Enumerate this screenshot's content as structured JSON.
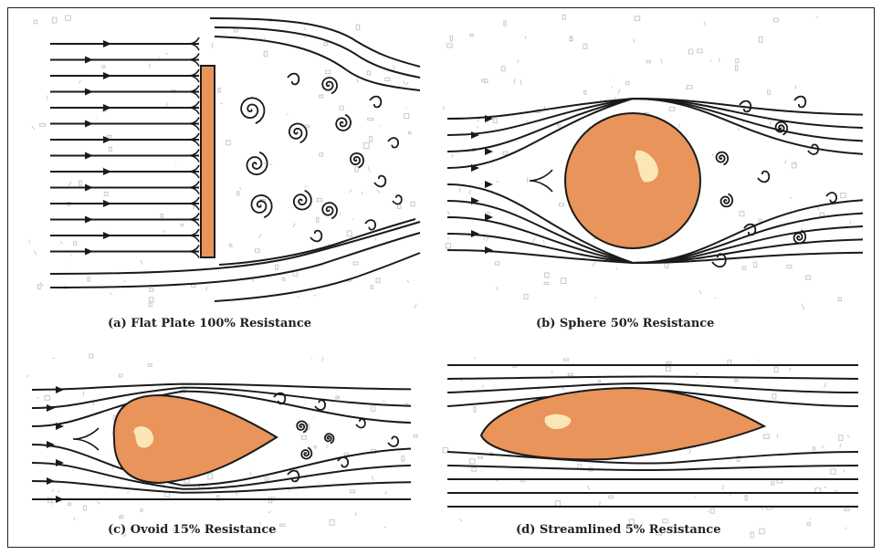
{
  "figure": {
    "panels": [
      {
        "id": "a",
        "caption": "(a)  Flat Plate 100% Resistance",
        "shape": "flat-plate"
      },
      {
        "id": "b",
        "caption": "(b)  Sphere 50% Resistance",
        "shape": "sphere"
      },
      {
        "id": "c",
        "caption": "(c)  Ovoid 15% Resistance",
        "shape": "ovoid"
      },
      {
        "id": "d",
        "caption": "(d)  Streamlined 5% Resistance",
        "shape": "streamlined"
      }
    ],
    "colors": {
      "body_fill": "#e8945a",
      "body_highlight": "#fbe7b5",
      "streamline": "#1a1a1a",
      "background": "#ffffff"
    }
  }
}
